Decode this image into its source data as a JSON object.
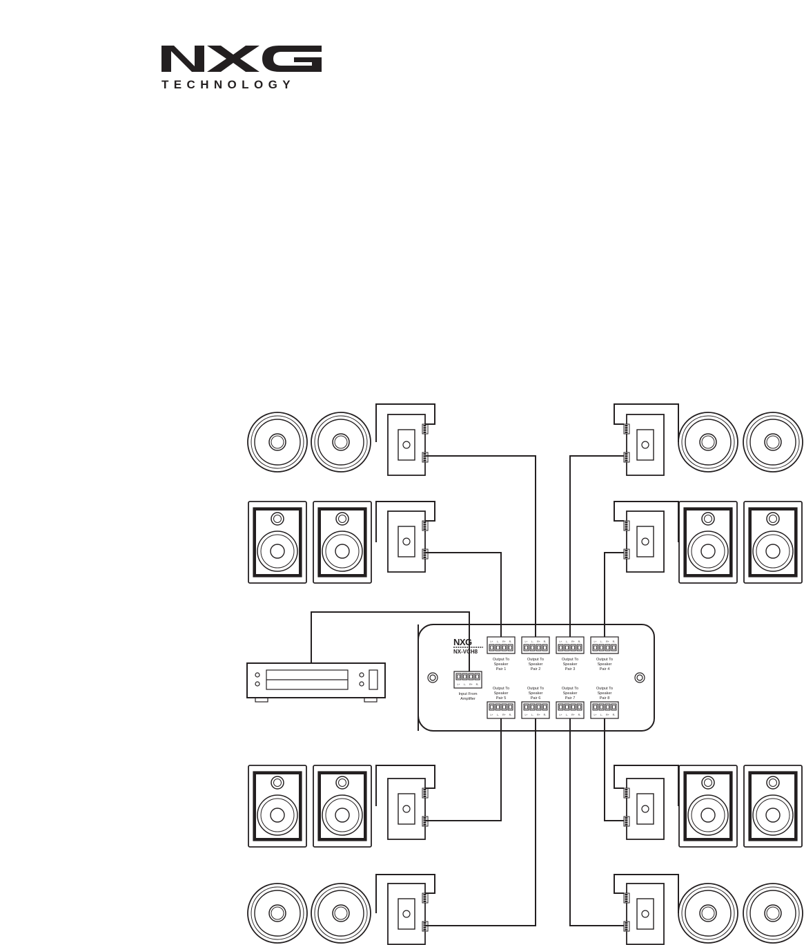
{
  "brand": {
    "logo_letters": "NXG",
    "logo_subtitle": "TECHNOLOGY"
  },
  "hub": {
    "logo_letters": "NXG",
    "model": "NX-VCH8",
    "terminal_labels": [
      "L+",
      "L-",
      "R+",
      "R-"
    ],
    "input_label": [
      "Input From",
      "Amplifier"
    ],
    "output_labels": [
      [
        "Output To",
        "Speaker",
        "Pair 1"
      ],
      [
        "Output To",
        "Speaker",
        "Pair 2"
      ],
      [
        "Output To",
        "Speaker",
        "Pair 3"
      ],
      [
        "Output To",
        "Speaker",
        "Pair 4"
      ],
      [
        "Output To",
        "Speaker",
        "Pair 5"
      ],
      [
        "Output To",
        "Speaker",
        "Pair 6"
      ],
      [
        "Output To",
        "Speaker",
        "Pair 7"
      ],
      [
        "Output To",
        "Speaker",
        "Pair 8"
      ]
    ]
  },
  "colors": {
    "ink": "#231f20",
    "paper": "#ffffff"
  }
}
